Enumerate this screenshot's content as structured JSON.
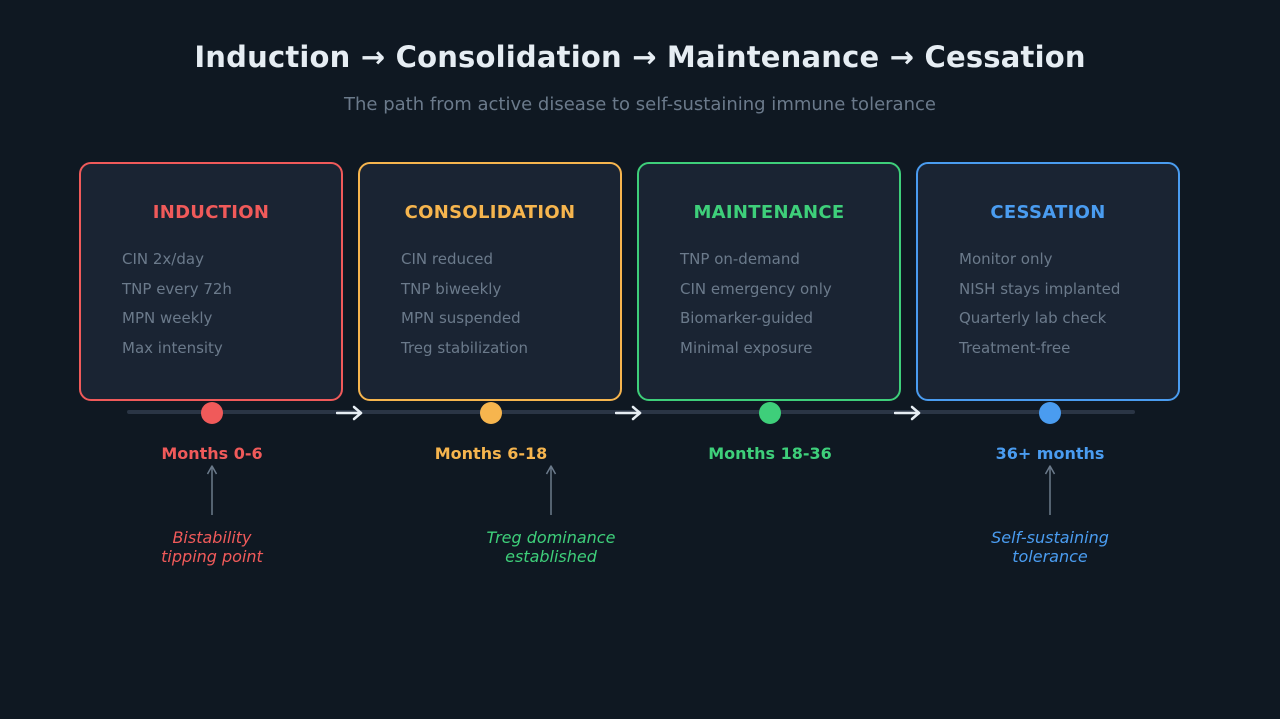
{
  "title": "Induction → Consolidation → Maintenance → Cessation",
  "subtitle": "The path from active disease to self-sustaining immune tolerance",
  "colors": {
    "background": "#0f1822",
    "card": "#1a2433",
    "red": "#f05a5a",
    "orange": "#f6b54e",
    "green": "#3ecf7a",
    "blue": "#4a9cf0",
    "muted": "#6b7a8b",
    "timeline": "#2a3545"
  },
  "stages": [
    {
      "name": "INDUCTION",
      "items": [
        "CIN 2x/day",
        "TNP every 72h",
        "MPN weekly",
        "Max intensity"
      ],
      "period": "Months 0-6"
    },
    {
      "name": "CONSOLIDATION",
      "items": [
        "CIN reduced",
        "TNP biweekly",
        "MPN suspended",
        "Treg stabilization"
      ],
      "period": "Months 6-18"
    },
    {
      "name": "MAINTENANCE",
      "items": [
        "TNP on-demand",
        "CIN emergency only",
        "Biomarker-guided",
        "Minimal exposure"
      ],
      "period": "Months 18-36"
    },
    {
      "name": "CESSATION",
      "items": [
        "Monitor only",
        "NISH stays implanted",
        "Quarterly lab check",
        "Treatment-free"
      ],
      "period": "36+ months"
    }
  ],
  "annotations": [
    {
      "line1": "Bistability",
      "line2": "tipping point"
    },
    {
      "line1": "Treg dominance",
      "line2": "established"
    },
    {
      "line1": "Self-sustaining",
      "line2": "tolerance"
    }
  ]
}
